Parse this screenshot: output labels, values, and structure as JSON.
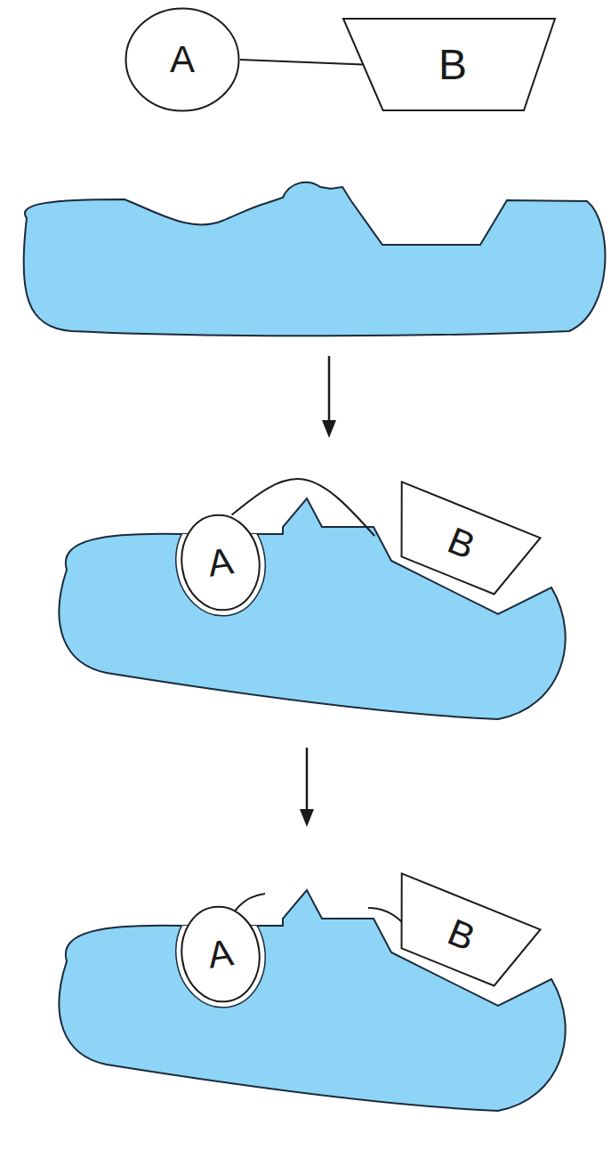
{
  "diagram": {
    "nodes": [
      {
        "text": [
          "A"
        ]
      },
      {
        "text": [
          "B"
        ]
      },
      {
        "text": [
          "A"
        ]
      },
      {
        "text": [
          "B"
        ]
      },
      {
        "text": [
          "A"
        ]
      },
      {
        "text": [
          "B"
        ]
      }
    ],
    "edges": [
      {
        "from": 0,
        "to": 1,
        "arrow": "none"
      },
      {
        "from": 2,
        "to": 3,
        "arrow": "none"
      }
    ]
  }
}
